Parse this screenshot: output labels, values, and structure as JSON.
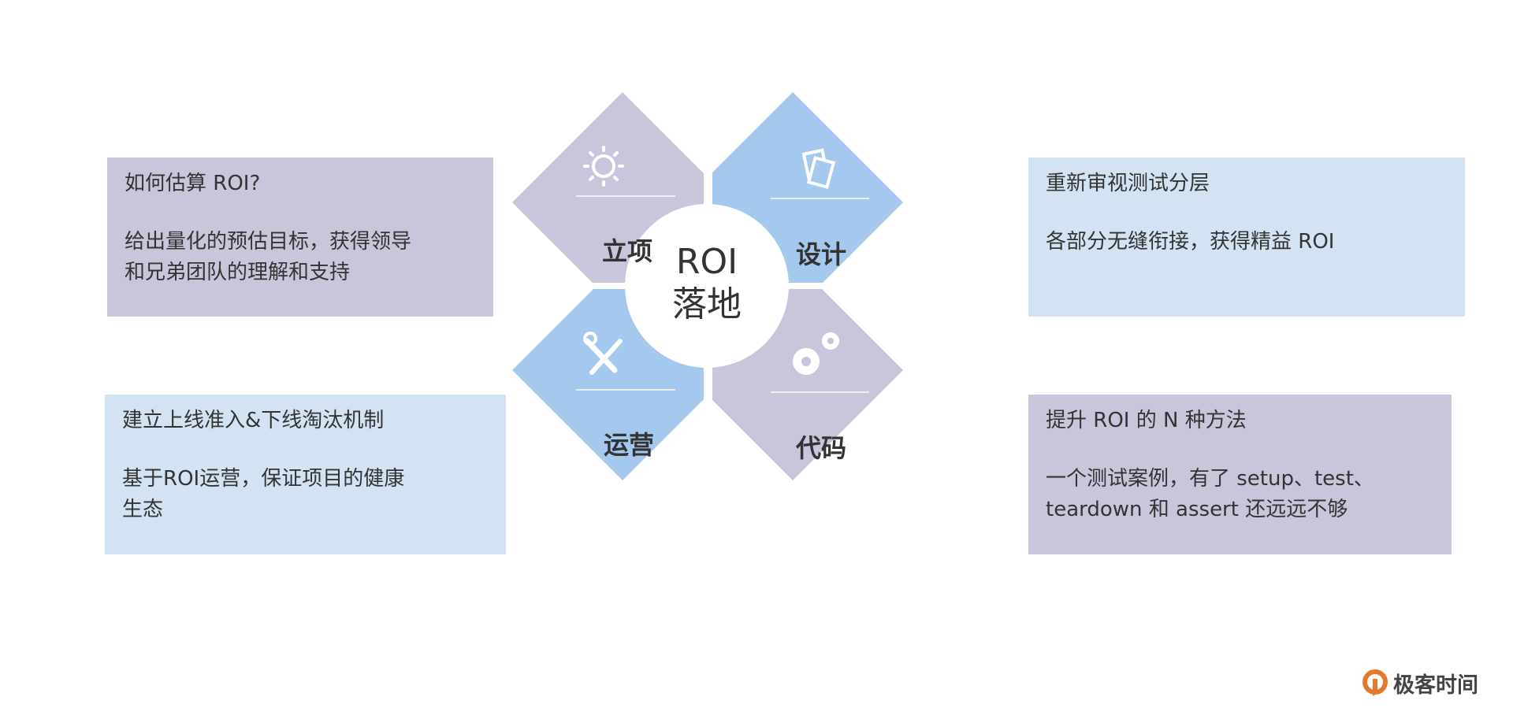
{
  "center": {
    "line1": "ROI",
    "line2": "落地"
  },
  "quadrants": [
    {
      "label": "立项",
      "icon": "sun-icon",
      "color": "#c8c6da"
    },
    {
      "label": "设计",
      "icon": "documents-icon",
      "color": "#a5c8ee"
    },
    {
      "label": "运营",
      "icon": "tools-icon",
      "color": "#a5c8ee"
    },
    {
      "label": "代码",
      "icon": "gears-icon",
      "color": "#c8c6da"
    }
  ],
  "boxes": {
    "top_left": {
      "title": "如何估算 ROI?",
      "body": [
        "给出量化的预估目标，获得领导",
        "和兄弟团队的理解和支持"
      ]
    },
    "top_right": {
      "title": "重新审视测试分层",
      "body": [
        "各部分无缝衔接，获得精益 ROI"
      ]
    },
    "bottom_left": {
      "title": "建立上线准入&下线淘汰机制",
      "body": [
        "基于ROI运营，保证项目的健康",
        "生态"
      ]
    },
    "bottom_right": {
      "title": "提升 ROI 的 N 种方法",
      "body": [
        "一个测试案例，有了 setup、test、",
        "teardown 和 assert 还远远不够"
      ]
    }
  },
  "logo": {
    "text": "极客时间",
    "color": "#e5792b"
  }
}
